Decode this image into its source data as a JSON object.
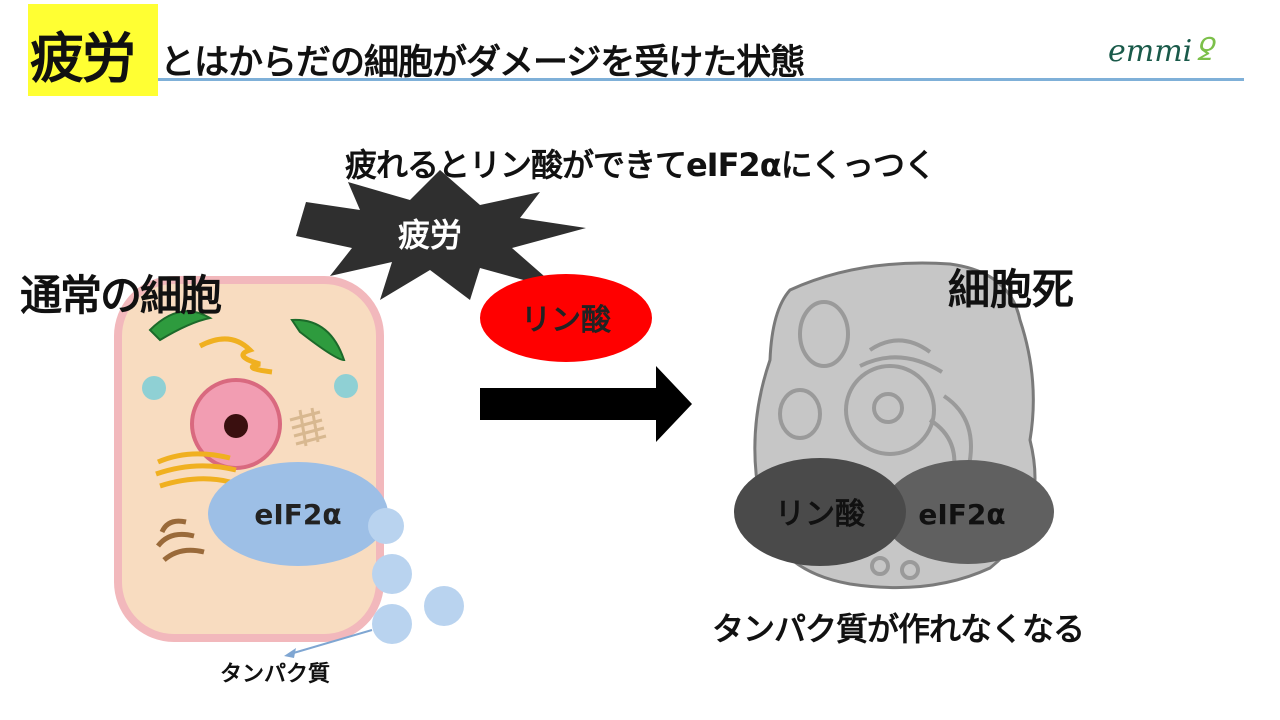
{
  "title": {
    "highlight": "疲労",
    "rest": "とはからだの細胞がダメージを受けた状態"
  },
  "logo": {
    "text": "emmi",
    "mark": "ꝿ"
  },
  "caption_top": "疲れるとリン酸ができてeIF2αにくっつく",
  "burst_label": "疲労",
  "phosphate_label": "リン酸",
  "normal_cell": {
    "label": "通常の細胞",
    "eif_label": "eIF2α",
    "protein_label": "タンパク質"
  },
  "dead_cell": {
    "label": "細胞死",
    "phosphate_label": "リン酸",
    "eif_label": "eIF2α"
  },
  "caption_bottom": "タンパク質が作れなくなる",
  "colors": {
    "title_highlight": "#ffff33",
    "title_rule": "#7fb0d8",
    "cell_fill": "#f8dcc0",
    "cell_border": "#f2b8bc",
    "eif_fill": "#9dbfe6",
    "phosphate_fill": "#ff0000",
    "dead_cell_fill": "#c6c6c6",
    "dead_dark": "#606060"
  }
}
